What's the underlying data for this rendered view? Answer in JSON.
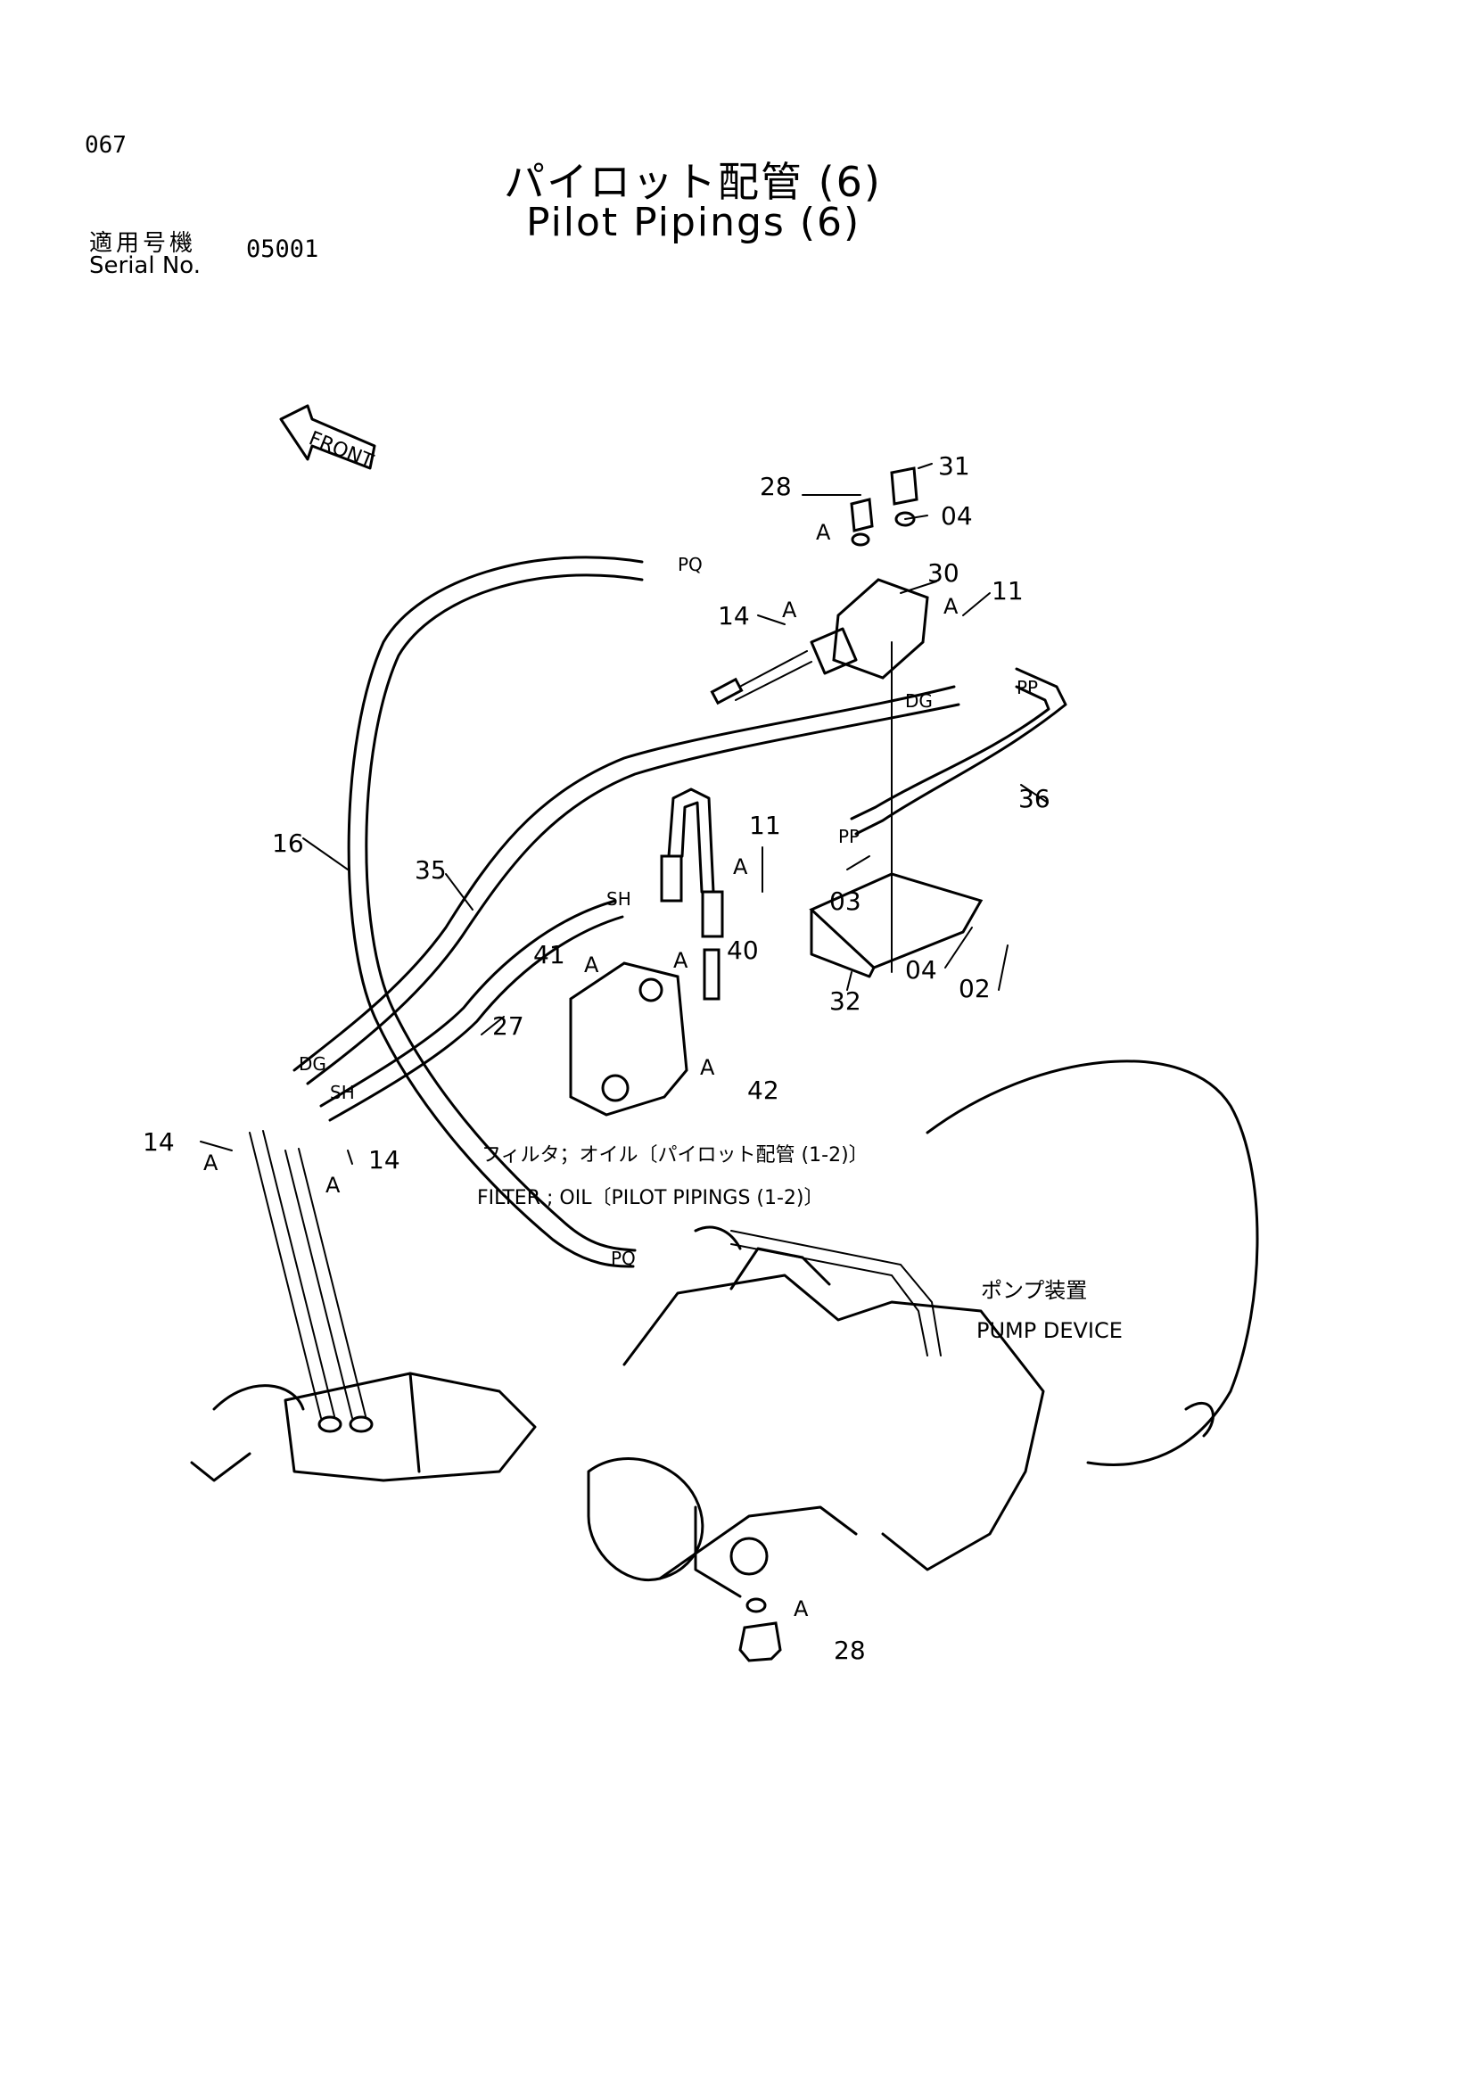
{
  "header": {
    "page_number": "067",
    "title_jp": "パイロット配管 (6)",
    "title_en": "Pilot Pipings (6)",
    "serial_label_jp": "適用号機",
    "serial_label_en": "Serial No.",
    "serial_value": "05001"
  },
  "labels": {
    "front": "FRONT",
    "filter_jp": "フィルタ；オイル〔パイロット配管 (1-2)〕",
    "filter_en": "FILTER ; OIL〔PILOT PIPINGS (1-2)〕",
    "pump_jp": "ポンプ装置",
    "pump_en": "PUMP DEVICE",
    "port_pq": "PQ",
    "port_pp": "PP",
    "port_dg": "DG",
    "port_sh": "SH",
    "a": "A"
  },
  "callouts": {
    "c31": "31",
    "c28_top": "28",
    "c04_top": "04",
    "c30": "30",
    "c14_top": "14",
    "c11_top": "11",
    "c36": "36",
    "c16": "16",
    "c35": "35",
    "c11_mid": "11",
    "c03": "03",
    "c41": "41",
    "c40": "40",
    "c04_mid": "04",
    "c02": "02",
    "c32": "32",
    "c27": "27",
    "c42": "42",
    "c14_left": "14",
    "c14_right": "14",
    "c28_bottom": "28"
  }
}
